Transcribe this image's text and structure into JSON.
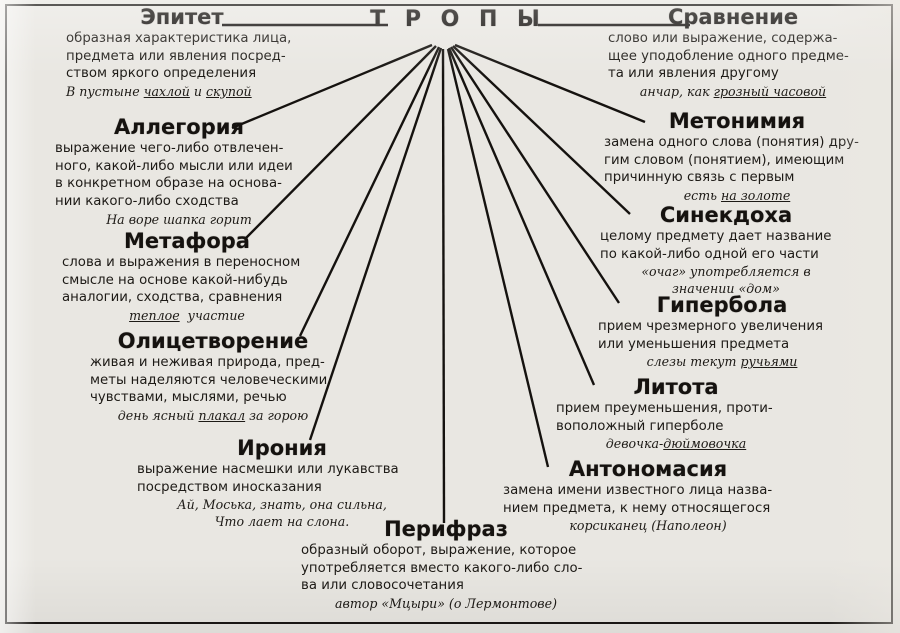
{
  "diagram": {
    "center_title": "Т Р О П Ы",
    "center_title_plain": "ТРОПЫ",
    "language": "ru",
    "ink_color": "#15120f",
    "paper_color": "#e9e7e2",
    "nodes": [
      {
        "id": "epitet",
        "term": "Эпитет",
        "definition": [
          "образная характеристика лица,",
          "предмета или явления посред-",
          "ством яркого определения"
        ],
        "example": [
          "В пустыне чахлой и скупой"
        ],
        "example_underlined": [
          "чахлой",
          "скупой"
        ]
      },
      {
        "id": "allegoriya",
        "term": "Аллегория",
        "definition": [
          "выражение чего-либо отвлечен-",
          "ного, какой-либо мысли или идеи",
          "в конкретном образе на основа-",
          "нии какого-либо сходства"
        ],
        "example": [
          "На воре шапка горит"
        ],
        "example_underlined": []
      },
      {
        "id": "metafora",
        "term": "Метафора",
        "definition": [
          "слова и выражения в переносном",
          "смысле на основе какой-нибудь",
          "аналогии, сходства, сравнения"
        ],
        "example": [
          "теплое  участие"
        ],
        "example_underlined": [
          "теплое"
        ]
      },
      {
        "id": "olicetvorenie",
        "term": "Олицетворение",
        "definition": [
          "живая и неживая природа, пред-",
          "меты наделяются человеческими",
          "чувствами, мыслями, речью"
        ],
        "example": [
          "день ясный плакал за горою"
        ],
        "example_underlined": [
          "плакал"
        ]
      },
      {
        "id": "ironiya",
        "term": "Ирония",
        "definition": [
          "выражение насмешки или лукавства",
          "посредством иносказания"
        ],
        "example": [
          "Ай, Моська, знать, она сильна,",
          "Что лает на слона."
        ],
        "example_underlined": []
      },
      {
        "id": "perifraz",
        "term": "Перифраз",
        "definition": [
          "образный оборот, выражение, которое",
          "употребляется вместо какого-либо сло-",
          "ва или словосочетания"
        ],
        "example": [
          "автор «Мцыри» (о Лермонтове)"
        ],
        "example_underlined": []
      },
      {
        "id": "sravnenie",
        "term": "Сравнение",
        "definition": [
          "слово или выражение, содержа-",
          "щее уподобление одного предме-",
          "та или явления другому"
        ],
        "example": [
          "анчар, как грозный часовой"
        ],
        "example_underlined": [
          "грозный часовой"
        ]
      },
      {
        "id": "metonimiya",
        "term": "Метонимия",
        "definition": [
          "замена одного слова (понятия) дру-",
          "гим словом (понятием), имеющим",
          "причинную связь с первым"
        ],
        "example": [
          "есть на золоте"
        ],
        "example_underlined": [
          "на золоте"
        ]
      },
      {
        "id": "sinekdoha",
        "term": "Синекдоха",
        "definition": [
          "целому предмету дает название",
          "по какой-либо одной его части"
        ],
        "example": [
          "«очаг» употребляется в",
          "значении «дом»"
        ],
        "example_underlined": []
      },
      {
        "id": "giperbola",
        "term": "Гипербола",
        "definition": [
          "прием чрезмерного увеличения",
          "или уменьшения предмета"
        ],
        "example": [
          "слезы текут ручьями"
        ],
        "example_underlined": [
          "ручьями"
        ]
      },
      {
        "id": "litota",
        "term": "Литота",
        "definition": [
          "прием преуменьшения, проти-",
          "воположный гиперболе"
        ],
        "example": [
          "девочка-дюймовочка"
        ],
        "example_underlined": [
          "дюймовочка"
        ]
      },
      {
        "id": "antonomasiya",
        "term": "Антономасия",
        "definition": [
          "замена имени известного лица назва-",
          "нием предмета, к нему относящегося"
        ],
        "example": [
          "корсиканец (Наполеон)"
        ],
        "example_underlined": []
      }
    ]
  }
}
